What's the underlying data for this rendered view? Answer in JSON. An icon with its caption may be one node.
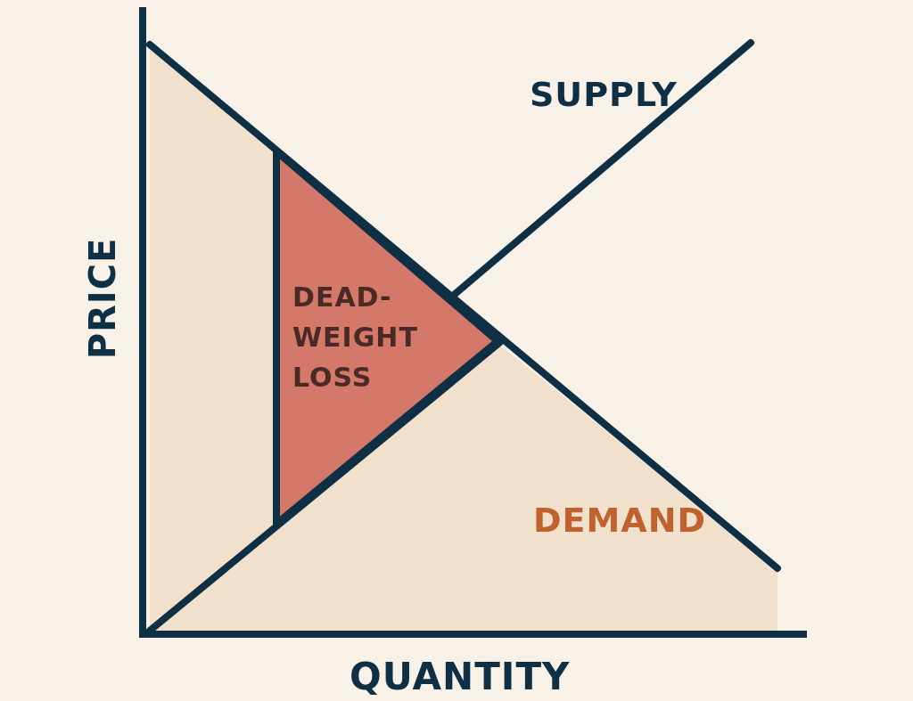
{
  "diagram": {
    "nodes": [
      {
        "text": [
          "DEAD-WEIGHT LOSS"
        ]
      }
    ],
    "labels": [
      "SUPPLY",
      "DEMAND",
      "PRICE",
      "QUANTITY"
    ]
  }
}
